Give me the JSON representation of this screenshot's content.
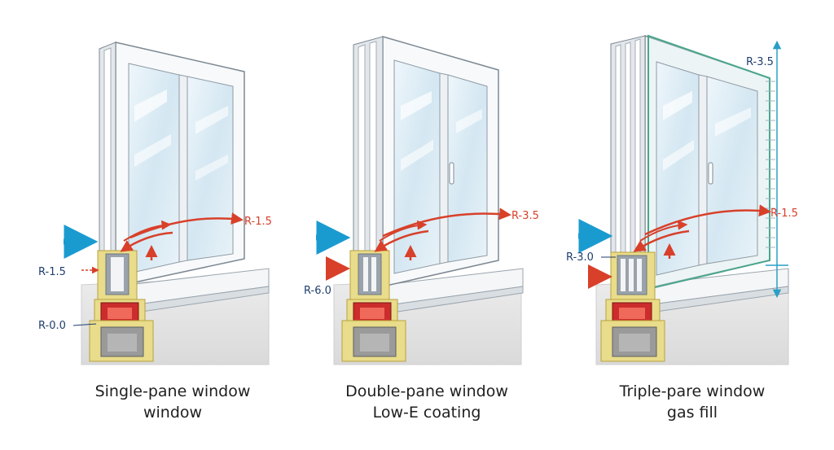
{
  "colors": {
    "heat_arrow": "#d8402a",
    "cold_arrow": "#1a9bd0",
    "label_blue": "#1f3e6e",
    "insulation": "#e9dc8a",
    "frame": "#f7f9fb",
    "glass": "#dcecf5",
    "wall": "#e4e4e4"
  },
  "panels": [
    {
      "caption": [
        "Single-pane window",
        "window"
      ],
      "r_labels": {
        "interior": "R-1.5",
        "exterior": "R-1.5",
        "base": "R-0.0"
      }
    },
    {
      "caption": [
        "Double-pane window",
        "Low-E coating"
      ],
      "r_labels": {
        "interior": "R-3.5",
        "exterior": "R-6.0"
      }
    },
    {
      "caption": [
        "Triple-pare window",
        "gas fill"
      ],
      "r_labels": {
        "top": "R-3.5",
        "interior": "R-1.5",
        "exterior": "R-3.0"
      }
    }
  ]
}
